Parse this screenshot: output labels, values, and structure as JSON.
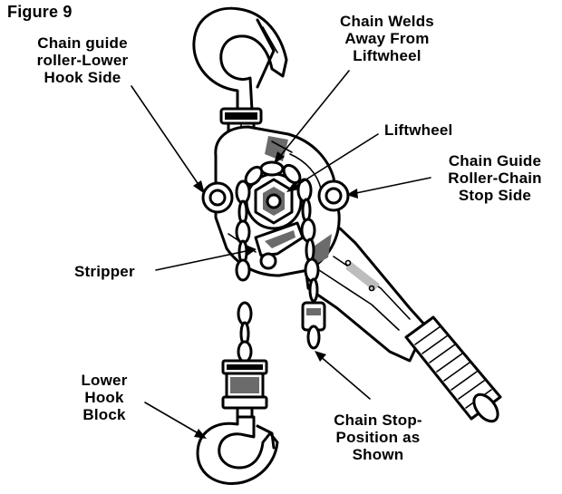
{
  "figure_title": "Figure 9",
  "labels": {
    "chain_guide_lower": [
      "Chain guide",
      "roller-Lower",
      "Hook Side"
    ],
    "chain_welds": [
      "Chain Welds",
      "Away From",
      "Liftwheel"
    ],
    "liftwheel": [
      "Liftwheel"
    ],
    "chain_guide_stop": [
      "Chain Guide",
      "Roller-Chain",
      "Stop Side"
    ],
    "stripper": [
      "Stripper"
    ],
    "lower_hook_block": [
      "Lower",
      "Hook",
      "Block"
    ],
    "chain_stop": [
      "Chain Stop-",
      "Position as",
      "Shown"
    ]
  }
}
